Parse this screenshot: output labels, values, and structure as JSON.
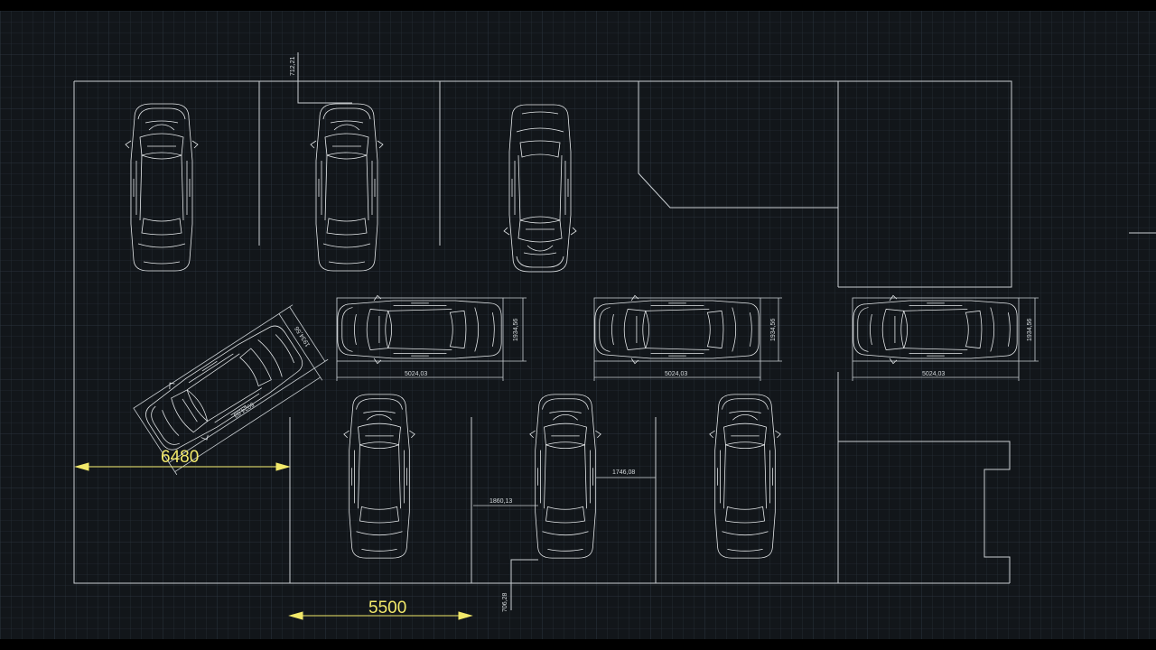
{
  "colors": {
    "background": "#212830",
    "grid_minor": "#29313a",
    "grid_major": "#2f3842",
    "linework": "#c9ced2",
    "car_linework": "#e6e9eb",
    "dimension_primary": "#f2e96a",
    "dimension_secondary": "#d8dde0"
  },
  "dimensions": {
    "top_offset": "712,21",
    "car_width_1": "1934,56",
    "car_length_1": "5024,03",
    "car_width_2": "1934,56",
    "car_length_2": "5024,03",
    "car_width_3": "1934,56",
    "car_length_3": "5024,03",
    "angled_width": "1934,56",
    "angled_length": "5024,03",
    "overall_6480": "6480",
    "overall_5500": "5500",
    "gap_1860": "1860,13",
    "gap_1746": "1746,08",
    "bottom_offset": "706,28"
  },
  "icons": {
    "car": "car-top-view-icon"
  }
}
